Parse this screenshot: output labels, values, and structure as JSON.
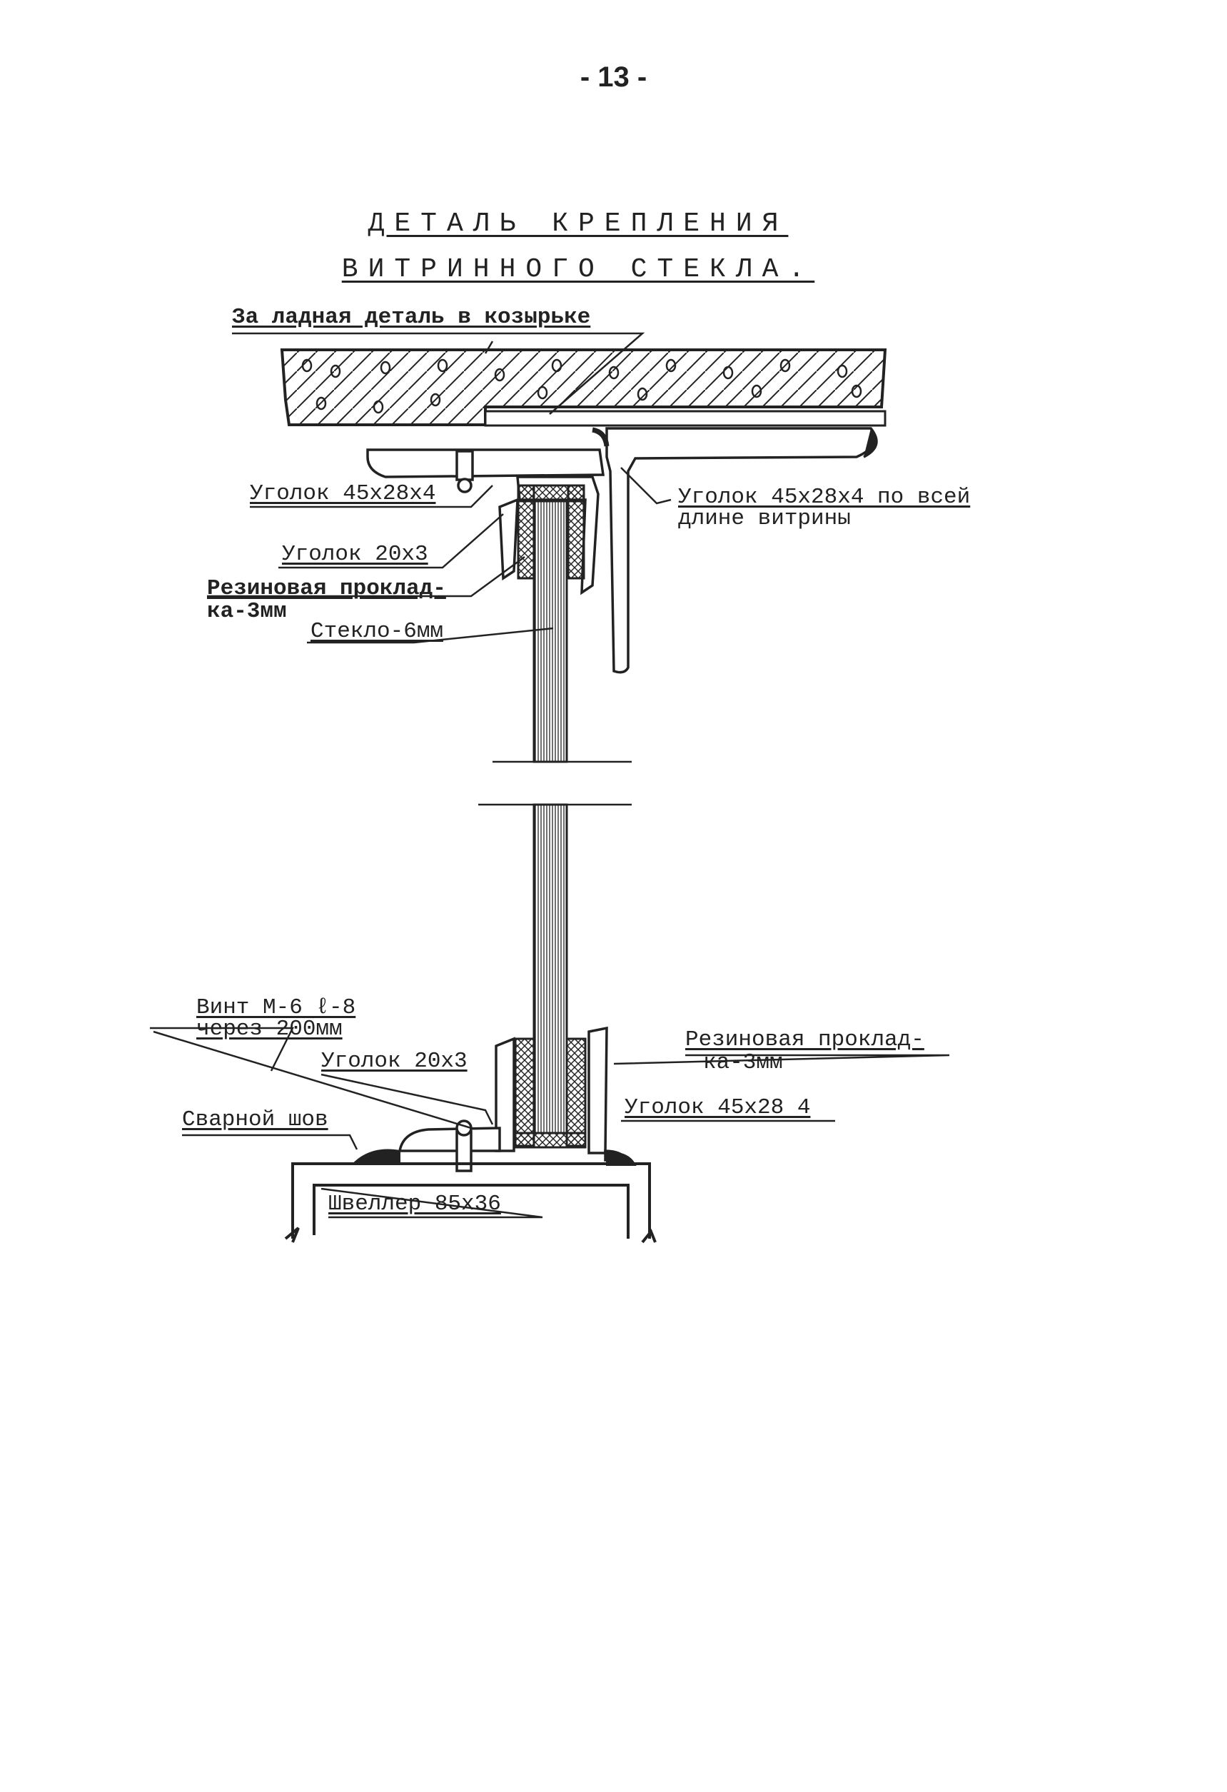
{
  "page_number": "- 13 -",
  "title": {
    "line1": "ДЕТАЛЬ КРЕПЛЕНИЯ",
    "line2": "ВИТРИННОГО СТЕКЛА."
  },
  "labels": {
    "embedded_part": "За ладная деталь в козырьке",
    "angle_top_left": "Уголок 45x28x4",
    "angle_top_right_1": "Уголок 45x28x4 по всей",
    "angle_top_right_2": "длине витрины",
    "angle_20x3_top": "Уголок 20x3",
    "rubber_top_1": "Резиновая проклад-",
    "rubber_top_2": "ка-3мм",
    "glass": "Стекло-6мм",
    "screw_1": "Винт М-6 ℓ-8",
    "screw_2": "через 200мм",
    "rubber_bottom_1": "Резиновая проклад-",
    "rubber_bottom_2": "ка-3мм",
    "angle_20x3_bottom": "Уголок 20x3",
    "angle_bottom_right": "Уголок 45x28 4",
    "weld": "Сварной шов",
    "channel": "Швеллер 85x36"
  },
  "colors": {
    "ink": "#222222",
    "paper": "#ffffff"
  }
}
